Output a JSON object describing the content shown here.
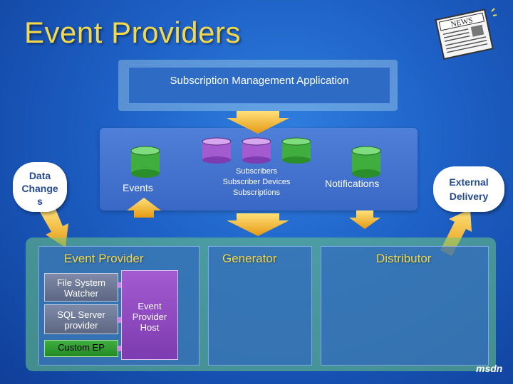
{
  "title": "Event Providers",
  "top_box": {
    "label": "Subscription Management Application"
  },
  "middle": {
    "events_label": "Events",
    "subscribers_lines": [
      "Subscribers",
      "Subscriber Devices",
      "Subscriptions"
    ],
    "notifications_label": "Notifications"
  },
  "clouds": {
    "left": [
      "Data",
      "Change",
      "s"
    ],
    "right": [
      "External",
      "Delivery"
    ]
  },
  "bottom": {
    "event_provider_label": "Event Provider",
    "generator_label": "Generator",
    "distributor_label": "Distributor",
    "file_system_watcher": [
      "File System",
      "Watcher"
    ],
    "sql_server_provider": [
      "SQL Server",
      "provider"
    ],
    "custom_ep": "Custom EP",
    "host": [
      "Event",
      "Provider",
      "Host"
    ]
  },
  "footer": {
    "logo": "msdn"
  },
  "colors": {
    "title": "#f2d84a",
    "cylinder_green": "#3fae3f",
    "cylinder_purple": "#a45bd0",
    "arrow": "#f5b820",
    "background": "#1d5fc4"
  },
  "icons": [
    "newspaper-icon",
    "database-icon",
    "arrow-icon"
  ]
}
